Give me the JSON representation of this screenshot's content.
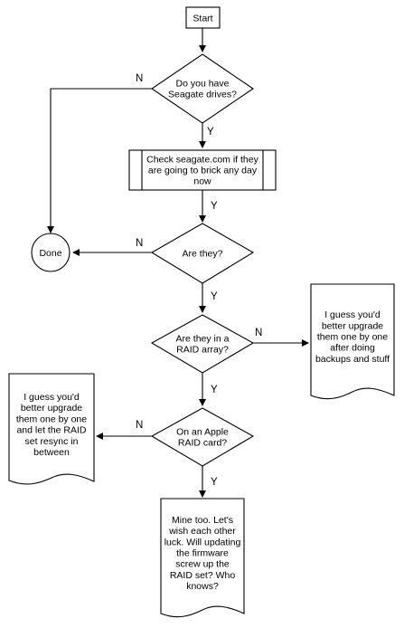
{
  "nodes": {
    "start": {
      "text": "Start"
    },
    "q_seagate": {
      "lines": [
        "Do you have",
        "Seagate drives?"
      ]
    },
    "check": {
      "lines": [
        "Check seagate.com if they",
        "are going to brick any day",
        "now"
      ]
    },
    "done": {
      "text": "Done"
    },
    "q_are_they": {
      "lines": [
        "Are they?"
      ]
    },
    "q_raid": {
      "lines": [
        "Are they in a",
        "RAID array?"
      ]
    },
    "doc_backups": {
      "lines": [
        "I guess you'd",
        "better upgrade",
        "them one by one",
        "after doing",
        "backups and stuff"
      ]
    },
    "doc_resync": {
      "lines": [
        "I guess you'd",
        "better upgrade",
        "them one by one",
        "and let the RAID",
        "set resync in",
        "between"
      ]
    },
    "q_apple": {
      "lines": [
        "On an Apple",
        "RAID card?"
      ]
    },
    "doc_mine": {
      "lines": [
        "Mine too. Let's",
        "wish each other",
        "luck. Will updating",
        "the firmware",
        "screw up the",
        "RAID set? Who",
        "knows?"
      ]
    }
  },
  "edge_labels": {
    "seagate_no": "N",
    "seagate_yes": "Y",
    "check_yes": "Y",
    "are_they_no": "N",
    "are_they_yes": "Y",
    "raid_no": "N",
    "raid_yes": "Y",
    "apple_no": "N",
    "apple_yes": "Y"
  }
}
